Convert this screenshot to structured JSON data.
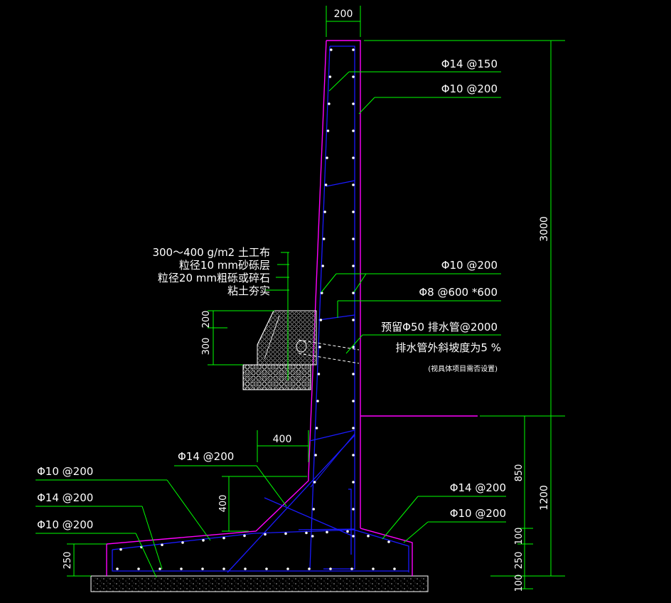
{
  "colors": {
    "background": "#000000",
    "concrete_outline": "#ff00ff",
    "rebar": "#1a1aff",
    "leader": "#00ff00",
    "dimension": "#00ff00",
    "text": "#ffffff",
    "base_hatch": "#bfbfbf"
  },
  "dimensions": {
    "top_width": "200",
    "wall_height": "3000",
    "lower_height": "1200",
    "haunch_h1": "850",
    "haunch_h2": "100",
    "footing_h": "250",
    "base_h": "100",
    "drain_200": "200",
    "drain_300": "300",
    "haunch_width": "400",
    "haunch_height": "400",
    "footing_left": "250"
  },
  "labels": {
    "right_top_1": "Φ14 @150",
    "right_top_2": "Φ10 @200",
    "right_mid_1": "Φ10 @200",
    "right_mid_2": "Φ8 @600 *600",
    "drain_pipe": "预留Φ50 排水管@2000",
    "drain_slope": "排水管外斜坡度为5 %",
    "drain_note": "(视具体项目需否设置)",
    "layer_1": "300～400 g/m2 土工布",
    "layer_2": "粒径10 mm砂砾层",
    "layer_3": "粒径20 mm粗砾或碎石",
    "layer_4": "粘土夯实",
    "haunch_bar": "Φ14 @200",
    "left_bar_1": "Φ10 @200",
    "left_bar_2": "Φ14 @200",
    "left_bar_3": "Φ10 @200",
    "right_bot_1": "Φ14 @200",
    "right_bot_2": "Φ10 @200"
  }
}
